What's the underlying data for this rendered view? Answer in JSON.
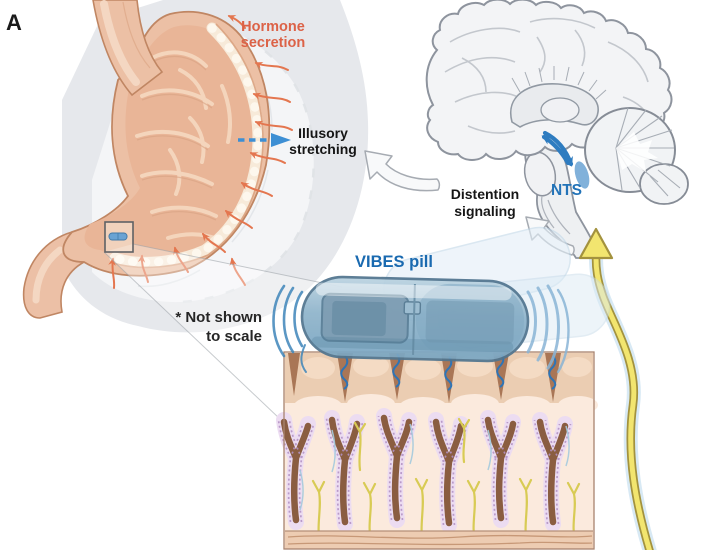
{
  "figure": {
    "panel_label": "A",
    "stomach": {
      "hormone_label_line1": "Hormone",
      "hormone_label_line2": "secretion",
      "illusory_label_line1": "Illusory",
      "illusory_label_line2": "stretching",
      "scale_note_line1": "* Not shown",
      "scale_note_line2": "to scale"
    },
    "brain": {
      "distention_label_line1": "Distention",
      "distention_label_line2": "signaling",
      "nts_label": "NTS"
    },
    "pill": {
      "label": "VIBES pill"
    },
    "colors": {
      "hormone_text": "#DC6247",
      "orange_arrow": "#E4764F",
      "blue_arrow": "#2E7CC0",
      "blue_dashed_arrow": "#3D8FD4",
      "nts_text": "#2273B8",
      "vibes_text": "#1A6AB0",
      "yellow_arrow_fill": "#F2E56F",
      "yellow_arrow_outline": "#A3923E",
      "yellow_arrow_glow": "#D4E7F3",
      "pill_body": "#8FB4CB",
      "ghost_gray": "#E6E8EC",
      "mucosa_background": "#FBEADD",
      "gland_brown": "#8A5D41",
      "gland_lavender": "#ECDCF1",
      "nerve_yellow": "#D8CB54"
    }
  }
}
